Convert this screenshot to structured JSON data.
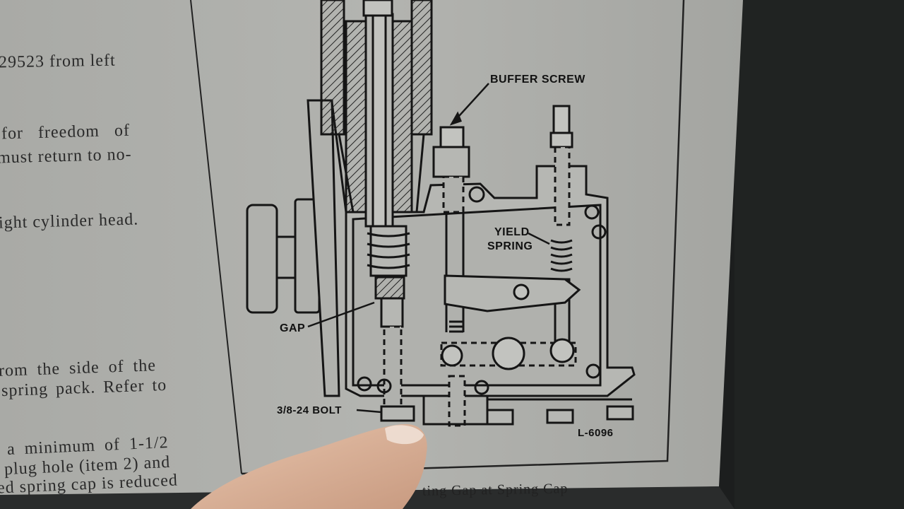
{
  "left_page_text": [
    "29523 from left",
    "for freedom of",
    "must return to no-",
    "ight cylinder head.",
    "rom the side of the",
    "spring pack. Refer to",
    "a minimum of 1-1/2",
    "plug hole (item 2) and",
    "ed spring cap is reduced"
  ],
  "diagram": {
    "labels": {
      "buffer_screw": "BUFFER SCREW",
      "yield_spring_line1": "YIELD",
      "yield_spring_line2": "SPRING",
      "gap": "GAP",
      "bolt": "3/8-24 BOLT",
      "figure_number": "L-6096"
    },
    "caption": "ting Gap at Spring Cap"
  }
}
